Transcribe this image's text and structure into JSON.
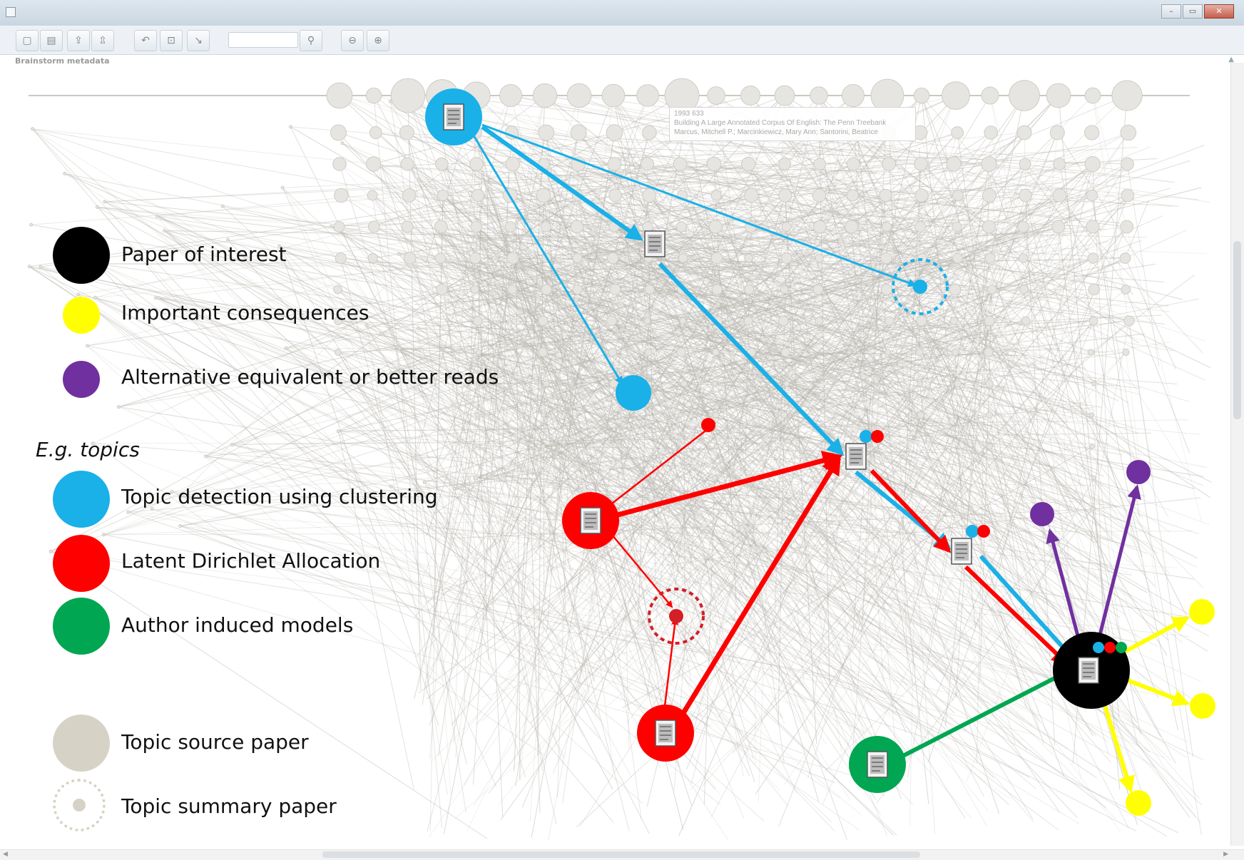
{
  "window": {
    "title": ""
  },
  "toolbar": {
    "buttons": [
      {
        "name": "new-icon",
        "glyph": "▢"
      },
      {
        "name": "save-icon",
        "glyph": "▤"
      },
      {
        "name": "import-icon",
        "glyph": "⇪"
      },
      {
        "name": "export-icon",
        "glyph": "⇫"
      },
      {
        "name": "undo-icon",
        "glyph": "↶"
      },
      {
        "name": "fit-icon",
        "glyph": "⊡"
      },
      {
        "name": "link-icon",
        "glyph": "↘"
      },
      {
        "name": "search-icon",
        "glyph": "⚲"
      },
      {
        "name": "zoom-out-icon",
        "glyph": "⊖"
      },
      {
        "name": "zoom-in-icon",
        "glyph": "⊕"
      }
    ],
    "search_value": ""
  },
  "panel": {
    "title": "Brainstorm metadata"
  },
  "tooltip": {
    "line1": "1993 633",
    "line2": "Building A Large Annotated Corpus Of English: The Penn Treebank",
    "line3": "Marcus, Mitchell P.; Marcinkiewicz, Mary Ann; Santorini, Beatrice"
  },
  "legend": {
    "items": [
      {
        "label": "Paper of interest",
        "color": "#000000"
      },
      {
        "label": "Important consequences",
        "color": "#ffff00"
      },
      {
        "label": "Alternative equivalent or better reads",
        "color": "#7030a0"
      }
    ],
    "topics_heading": "E.g. topics",
    "topics": [
      {
        "label": "Topic detection using clustering",
        "color": "#1ab0e8"
      },
      {
        "label": "Latent Dirichlet Allocation",
        "color": "#ff0000"
      },
      {
        "label": "Author induced models",
        "color": "#00a651"
      }
    ],
    "kinds": [
      {
        "label": "Topic source paper",
        "color": "#d6d3c6"
      },
      {
        "label": "Topic summary paper",
        "color": "#d6d3c6"
      }
    ]
  },
  "colors": {
    "edge_gray": "#b8b5ad",
    "node_gray": "#e6e5e1",
    "topic_blue": "#1ab0e8",
    "topic_red": "#ff0000",
    "topic_green": "#00a651",
    "purple": "#7030a0",
    "yellow": "#ffff00"
  }
}
